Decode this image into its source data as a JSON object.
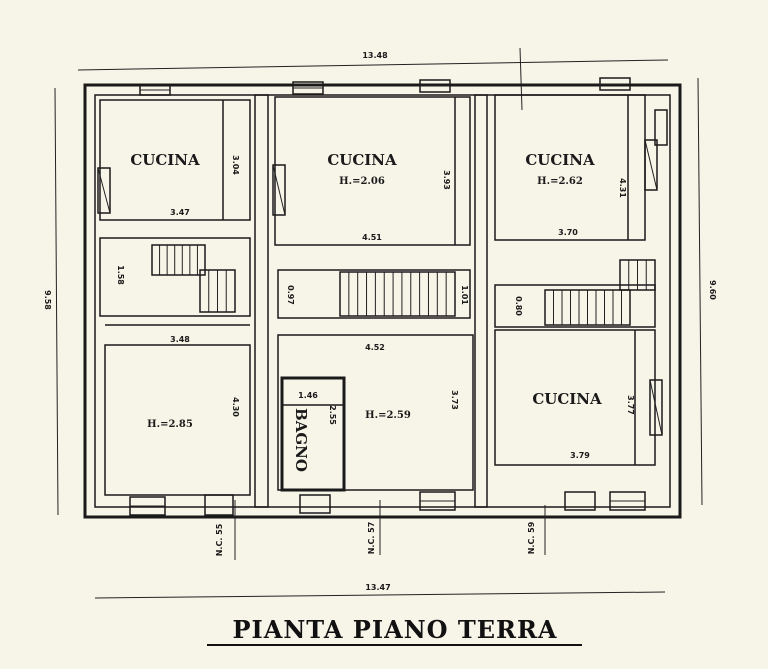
{
  "title": "PIANTA PIANO TERRA",
  "overall_dimensions": {
    "top": "13.48",
    "bottom": "13.47",
    "left": "9.58",
    "right": "9.60"
  },
  "rooms": {
    "top_left": {
      "name": "CUCINA",
      "width": "3.47",
      "depth": "3.04"
    },
    "stair_left": {
      "dim": "1.58"
    },
    "bottom_left": {
      "height": "H.=2.85",
      "width": "3.48",
      "depth": "4.30"
    },
    "top_middle": {
      "name": "CUCINA",
      "height": "H.=2.06",
      "width": "4.51",
      "depth": "3.93"
    },
    "stair_middle": {
      "dim_left": "0.97",
      "dim_right": "1.01"
    },
    "bottom_middle": {
      "height": "H.=2.59",
      "width": "4.52",
      "depth": "3.73"
    },
    "bathroom": {
      "name": "BAGNO",
      "width": "1.46",
      "depth": "2.55"
    },
    "top_right": {
      "name": "CUCINA",
      "height": "H.=2.62",
      "width": "3.70",
      "depth": "4.31"
    },
    "stair_right": {
      "dim": "0.80"
    },
    "bottom_right": {
      "name": "CUCINA",
      "width": "3.79",
      "depth": "3.77"
    }
  },
  "civic_numbers": [
    "N.C. 55",
    "N.C. 57",
    "N.C. 59"
  ]
}
